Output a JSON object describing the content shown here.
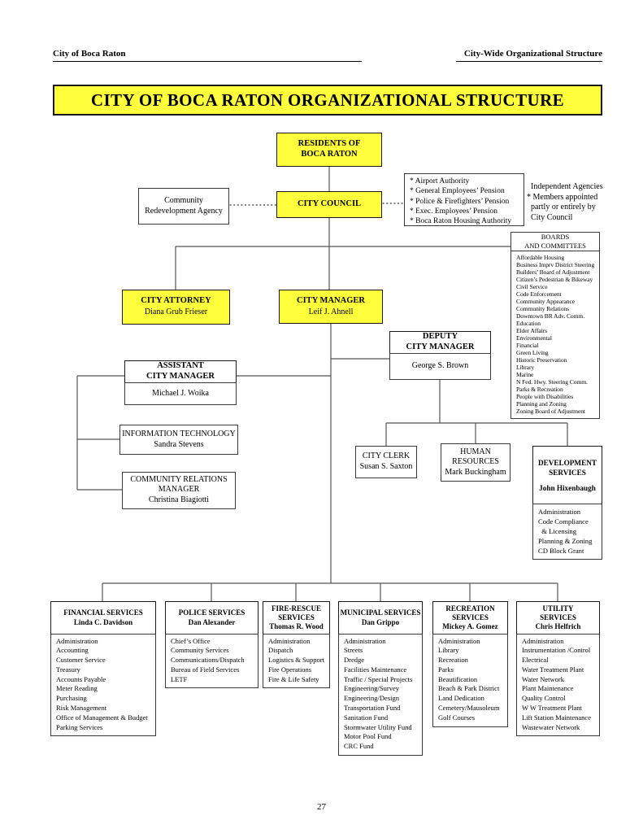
{
  "colors": {
    "highlight": "#FFFF3C",
    "line": "#555555",
    "border": "#1A1A1A"
  },
  "page_header": {
    "left": "City of Boca Raton",
    "right": "City-Wide Organizational Structure"
  },
  "title_banner": "CITY OF BOCA RATON ORGANIZATIONAL STRUCTURE",
  "footer": {
    "page_number": "27"
  },
  "nodes": {
    "residents": {
      "title": "RESIDENTS OF\nBOCA RATON"
    },
    "community_redevelopment_agency": {
      "title": "Community\nRedevelopment Agency"
    },
    "city_council": {
      "title": "CITY COUNCIL"
    },
    "independent_agencies_list": {
      "items": [
        "* Airport Authority",
        "* General Employees’ Pension",
        "* Police & Firefighters’ Pension",
        "* Exec. Employees’ Pension",
        "* Boca Raton Housing Authority"
      ]
    },
    "independent_agencies_note": {
      "lines": [
        "  Independent Agencies",
        "* Members appointed",
        "  partly or entirely by",
        "  City Council"
      ]
    },
    "boards_and_committees": {
      "title": "BOARDS\nAND COMMITTEES",
      "items": [
        "Affordable Housing",
        "Business Imprv District Steering",
        "Builders’ Board of Adjustment",
        "Citizen’s Pedestrian & Bikeway",
        "Civil Service",
        "Code Enforcement",
        "Community Appearance",
        "Community Relations",
        "Downtown BR Adv. Comm.",
        "Education",
        "Elder Affairs",
        "Environmental",
        "Financial",
        "Green Living",
        "Historic Preservation",
        "Library",
        "Marine",
        "N Fed. Hwy. Steering Comm.",
        "Parks & Recreation",
        "People with Disabilities",
        "Planning and Zoning",
        "Zoning Board of Adjustment"
      ]
    },
    "city_attorney": {
      "title": "CITY ATTORNEY",
      "name": "Diana Grub Frieser"
    },
    "city_manager": {
      "title": "CITY MANAGER",
      "name": "Leif J. Ahnell"
    },
    "deputy_city_manager": {
      "title": "DEPUTY\nCITY MANAGER",
      "name": "George S. Brown"
    },
    "assistant_city_manager": {
      "title": "ASSISTANT\nCITY MANAGER",
      "name": "Michael J. Woika"
    },
    "information_technology": {
      "title": "INFORMATION TECHNOLOGY",
      "name": "Sandra Stevens"
    },
    "community_relations_manager": {
      "title": "COMMUNITY RELATIONS\nMANAGER",
      "name": "Christina Biagiotti"
    },
    "city_clerk": {
      "title": "CITY CLERK",
      "name": "Susan S. Saxton"
    },
    "human_resources": {
      "title": "HUMAN\nRESOURCES",
      "name": "Mark Buckingham"
    },
    "development_services": {
      "title": "DEVELOPMENT\nSERVICES",
      "name": "John Hixenbaugh",
      "items": [
        "Administration",
        "Code Compliance",
        "  & Licensing",
        "Planning & Zoning",
        "CD Block Grant"
      ]
    }
  },
  "departments": [
    {
      "title": "FINANCIAL SERVICES",
      "head": "Linda C. Davidson",
      "items": [
        "Administration",
        "Accounting",
        "Customer Service",
        "Treasury",
        "Accounts Payable",
        "Meter Reading",
        "Purchasing",
        "Risk Management",
        "Office of Management & Budget",
        "Parking Services"
      ]
    },
    {
      "title": "POLICE SERVICES",
      "head": "Dan Alexander",
      "items": [
        "Chief’s Office",
        "Community Services",
        "Communications/Dispatch",
        "Bureau of Field Services",
        "LETF"
      ]
    },
    {
      "title": "FIRE-RESCUE\nSERVICES",
      "head": "Thomas R. Wood",
      "items": [
        "Administration",
        "Dispatch",
        "Logistics & Support",
        "Fire Operations",
        "Fire & Life Safety"
      ]
    },
    {
      "title": "MUNICIPAL SERVICES",
      "head": "Dan Grippo",
      "items": [
        "Administration",
        "Streets",
        "Dredge",
        "Facilities Maintenance",
        "Traffic / Special Projects",
        "Engineering/Survey",
        "Engineering/Design",
        "Transportation Fund",
        "Sanitation Fund",
        "Stormwater Utility Fund",
        "Motor Pool Fund",
        "CRC Fund"
      ]
    },
    {
      "title": "RECREATION\nSERVICES",
      "head": "Mickey A. Gomez",
      "items": [
        "Administration",
        "Library",
        "Recreation",
        "Parks",
        "Beautification",
        "Beach & Park District",
        "Land Dedication",
        "Cemetery/Mausoleum",
        "Golf Courses"
      ]
    },
    {
      "title": "UTILITY\nSERVICES",
      "head": "Chris Helfrich",
      "items": [
        "Administration",
        "Instrumentation /Control",
        "Electrical",
        "Water Treatment Plant",
        "Water Network",
        "Plant Maintenance",
        "Quality Control",
        "W W Treatment Plant",
        "Lift Station Maintenance",
        "Wastewater Network"
      ]
    }
  ]
}
